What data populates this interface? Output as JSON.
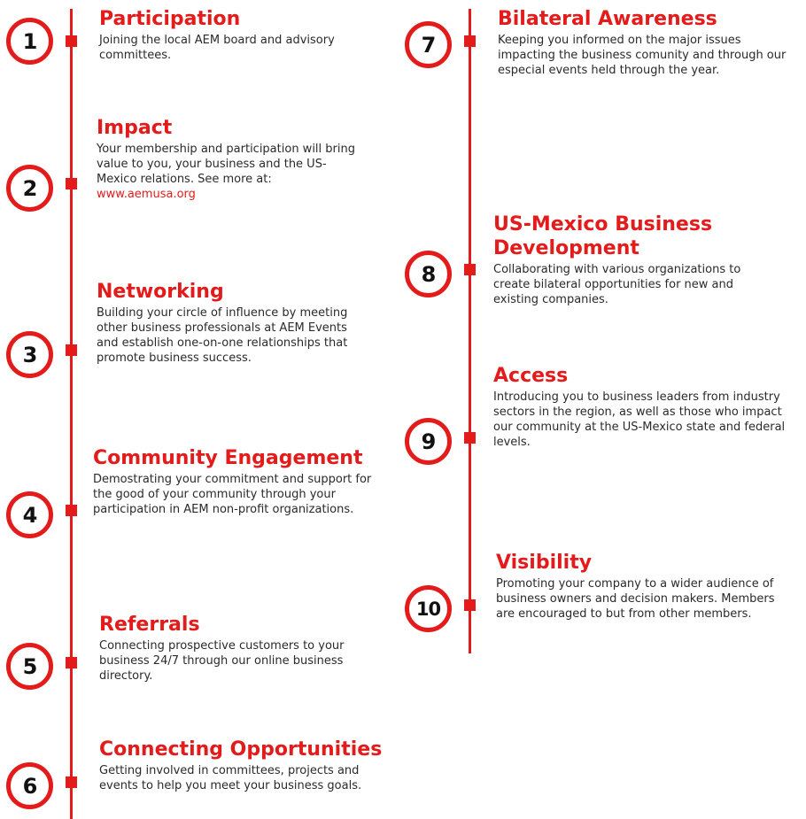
{
  "colors": {
    "accent": "#e31b1b",
    "text": "#2a2a2a",
    "number": "#111111"
  },
  "items": [
    {
      "number": "1",
      "title": "Participation",
      "description": "Joining the local AEM board and advisory committees."
    },
    {
      "number": "2",
      "title": "Impact",
      "description": "Your membership and participation will bring value to you, your business and the US-Mexico relations. See more at:",
      "link": "www.aemusa.org"
    },
    {
      "number": "3",
      "title": "Networking",
      "description": "Building your circle of influence by meeting other business professionals at AEM Events and establish one-on-one relationships that promote business success."
    },
    {
      "number": "4",
      "title": "Community Engagement",
      "description": "Demostrating your commitment and support for the good of your community through your participation in AEM non-profit organizations."
    },
    {
      "number": "5",
      "title": "Referrals",
      "description": "Connecting prospective customers to your business 24/7 through our online business directory."
    },
    {
      "number": "6",
      "title": "Connecting Opportunities",
      "description": "Getting involved in committees, projects and events to help you meet your business goals."
    },
    {
      "number": "7",
      "title": "Bilateral Awareness",
      "description": "Keeping you informed on the major issues impacting the business comunity and through our especial events held through the year."
    },
    {
      "number": "8",
      "title": "US-Mexico Business Development",
      "description": "Collaborating with various organizations to create bilateral opportunities for new and existing companies."
    },
    {
      "number": "9",
      "title": "Access",
      "description": "Introducing you to business leaders from industry sectors in the region, as well as those who impact our community at the US-Mexico state and federal levels."
    },
    {
      "number": "10",
      "title": "Visibility",
      "description": "Promoting your company to a wider audience of business owners and decision makers. Members are encouraged to but from other members."
    }
  ]
}
